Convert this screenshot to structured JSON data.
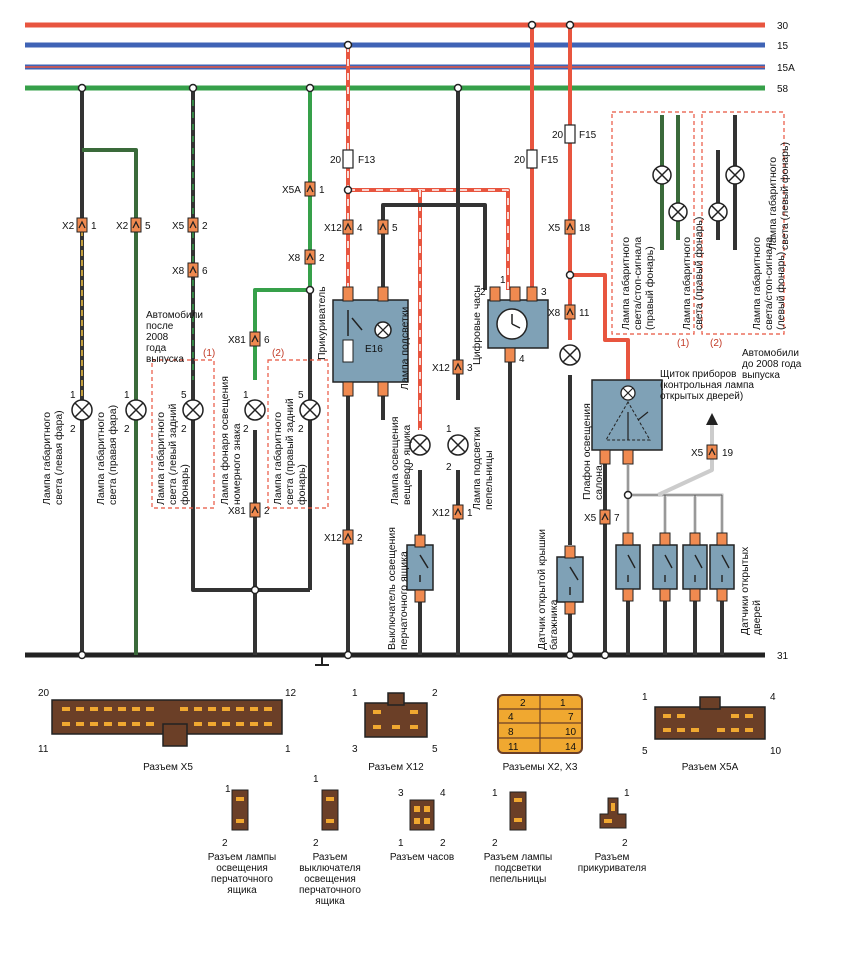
{
  "buses": [
    {
      "label": "30",
      "color": "#e8553f"
    },
    {
      "label": "15",
      "color": "#3f63b5"
    },
    {
      "label": "15A",
      "color": "#3f63b5"
    },
    {
      "label": "58",
      "color": "#36a04a"
    },
    {
      "label": "31",
      "color": "#222222"
    }
  ],
  "fuses": {
    "f13": "F13",
    "f15": "F15",
    "f13_rating": "20",
    "f15_rating": "20"
  },
  "terminals": {
    "x2": "X2",
    "x5": "X5",
    "x5a": "X5A",
    "x8": "X8",
    "x12": "X12",
    "x81": "X81",
    "p1": "1",
    "p2": "2",
    "p3": "3",
    "p4": "4",
    "p5": "5",
    "p6": "6",
    "p7": "7",
    "p11": "11",
    "p18": "18",
    "p19": "19"
  },
  "components": {
    "e16": "E16",
    "lamp_left_front": "Лампа габаритного света (левая фара)",
    "lamp_right_front": "Лампа габаритного света (правая фара)",
    "lamp_left_rear": "Лампа габаритного света (левый задний фонарь)",
    "lamp_plate": "Лампа фонаря освещения номерного знака",
    "lamp_right_rear": "Лампа габаритного света (правый задний фонарь)",
    "lighter": "Прикуриватель",
    "lamp_backlight": "Лампа подсветки",
    "lamp_glovebox": "Лампа освещения вещевого ящика",
    "glovebox_switch": "Выключатель освещения перчаточного ящика",
    "clock": "Цифровые часы",
    "ashtray_lamp": "Лампа подсветки пепельницы",
    "trunk_sensor": "Датчик открытой крышки багажника",
    "dome_light": "Плафон освещения салона",
    "door_sensors": "Датчики открытых дверей",
    "rear_right_stop": "Лампа габаритного света/стоп-сигнала (правый фонарь)",
    "rear_right_tail": "Лампа габаритного света (правый фонарь)",
    "rear_left_stop": "Лампа габаритного света/стоп-сигнала (левый фонарь)",
    "rear_left_tail": "Лампа габаритного света (левый фонарь)"
  },
  "notes": {
    "after_2008": "Автомобили после 2008 года выпуска",
    "before_2008": "Автомобили до 2008 года выпуска",
    "cluster": "Щиток приборов (контрольная лампа открытых дверей)",
    "mark1": "(1)",
    "mark2": "(2)"
  },
  "connectors": {
    "x5": "Разъем X5",
    "x12": "Разъем X12",
    "x2x3": "Разъемы X2, X3",
    "x5a": "Разъем X5A",
    "glovebox_lamp": "Разъем лампы освещения перчаточного ящика",
    "glovebox_switch": "Разъем выключателя освещения перчаточного ящика",
    "clock": "Разъем часов",
    "ashtray": "Разъем лампы подсветки пепельницы",
    "lighter": "Разъем прикуривателя"
  },
  "pins": {
    "x5_20": "20",
    "x5_12": "12",
    "x5_11": "11",
    "x5_1": "1",
    "x12_1": "1",
    "x12_2": "2",
    "x12_3": "3",
    "x12_5": "5",
    "x23_1": "1",
    "x23_2": "2",
    "x23_4": "4",
    "x23_7": "7",
    "x23_8": "8",
    "x23_10": "10",
    "x23_11": "11",
    "x23_14": "14",
    "x5a_1": "1",
    "x5a_4": "4",
    "x5a_5": "5",
    "x5a_10": "10",
    "s_1": "1",
    "s_2": "2",
    "s_3": "3",
    "s_4": "4"
  },
  "colors": {
    "red": "#e8553f",
    "blue": "#3f63b5",
    "green": "#36a04a",
    "black": "#222222",
    "connector": "#f08a50",
    "module": "#7fa1b6",
    "brown": "#6b3f27",
    "yellow": "#f0a830"
  }
}
